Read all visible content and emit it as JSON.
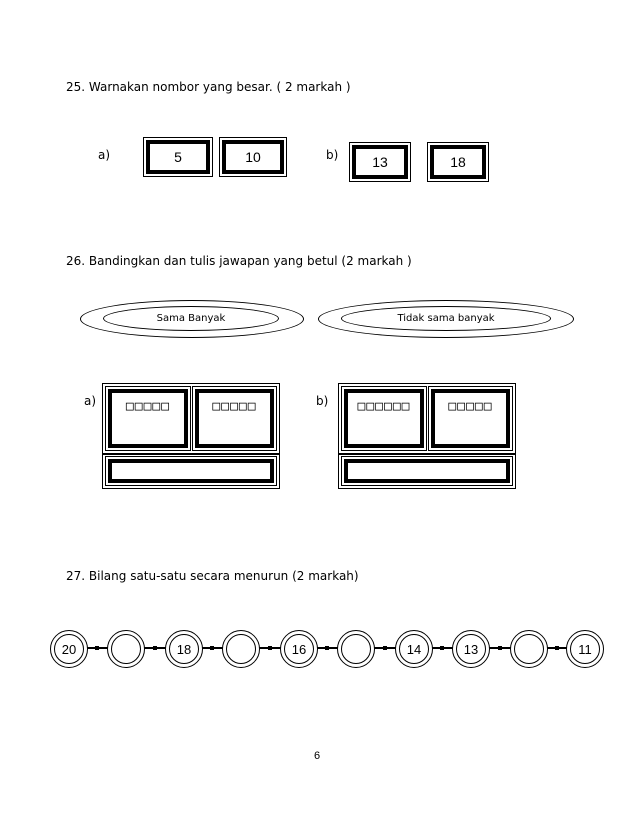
{
  "q25": {
    "title": "25. Warnakan nombor yang besar. ( 2 markah )",
    "a_label": "a)",
    "b_label": "b)",
    "a_values": [
      "5",
      "10"
    ],
    "b_values": [
      "13",
      "18"
    ]
  },
  "q26": {
    "title": "26.  Bandingkan dan tulis jawapan yang betul (2 markah )",
    "options": [
      "Sama Banyak",
      "Tidak sama banyak"
    ],
    "a_label": "a)",
    "b_label": "b)",
    "a_symbols": [
      "□□□□□",
      "□□□□□"
    ],
    "b_symbols": [
      "□□□□□□",
      "□□□□□"
    ]
  },
  "q27": {
    "title": "27.  Bilang satu-satu secara menurun (2 markah)",
    "sequence": [
      "20",
      "",
      "18",
      "",
      "16",
      "",
      "14",
      "13",
      "",
      "11"
    ]
  },
  "page_number": "6"
}
